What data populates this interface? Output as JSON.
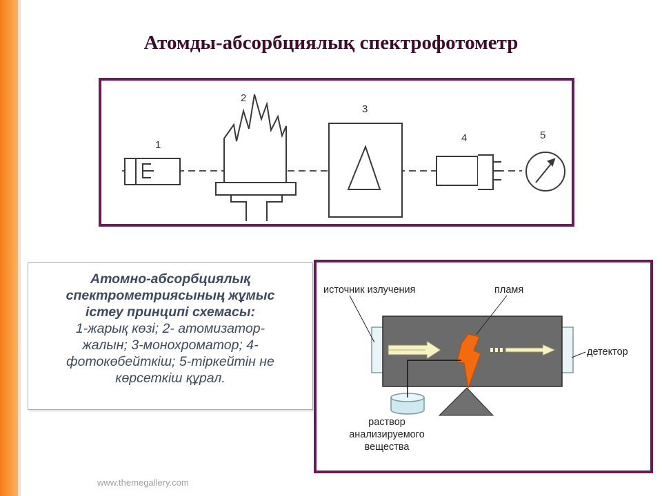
{
  "slide": {
    "title": "Атомды-абсорбциялық спектрофотометр",
    "footer": "www.themegallery.com",
    "accent_color": "#f57c18",
    "frame_color": "#6a1a5a"
  },
  "top_diagram": {
    "labels": [
      "1",
      "2",
      "3",
      "4",
      "5"
    ],
    "icons": [
      "lamp-icon",
      "flame-burner-icon",
      "prism-monochromator-icon",
      "photomultiplier-icon",
      "gauge-meter-icon"
    ]
  },
  "description": {
    "heading_lines": [
      "Атомно-абсорбциялық",
      "спектрометриясының жұмыс",
      "істеу принципі схемасы:"
    ],
    "body_lines": [
      "1-жарық көзі; 2- атомизатор-",
      "жалын; 3-монохроматор; 4-",
      "фотокөбейткіш; 5-тіркейтін не",
      "көрсеткіш құрал."
    ]
  },
  "bottom_diagram": {
    "source_label": "источник излучения",
    "flame_label": "пламя",
    "detector_label": "детектор",
    "solution_label_lines": [
      "раствор",
      "анализируемого",
      "вещества"
    ],
    "chamber_color": "#6b6b6b",
    "flame_color": "#f26b10"
  }
}
